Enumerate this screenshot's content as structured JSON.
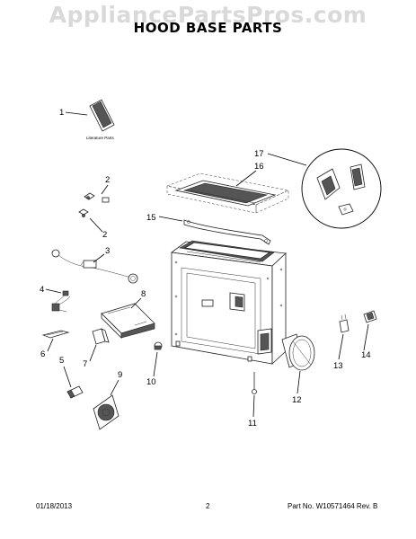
{
  "watermark": "AppliancePartsPros.com",
  "title": "HOOD BASE PARTS",
  "literature_label": "Literature Parts",
  "callouts": [
    "1",
    "2",
    "2",
    "3",
    "4",
    "5",
    "6",
    "7",
    "8",
    "9",
    "10",
    "11",
    "12",
    "13",
    "14",
    "15",
    "16",
    "17"
  ],
  "footer": {
    "date": "01/18/2013",
    "page": "2",
    "part_number": "Part No. W10571464  Rev. B"
  }
}
